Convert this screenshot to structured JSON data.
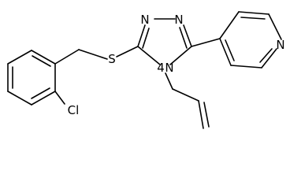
{
  "molecule": {
    "labels": {
      "n_top_left": "N",
      "n_top_right": "N",
      "n_ring_bottom": "N",
      "n_ring_locant": "4",
      "s": "S",
      "cl": "Cl",
      "n_pyridine": "N"
    }
  }
}
